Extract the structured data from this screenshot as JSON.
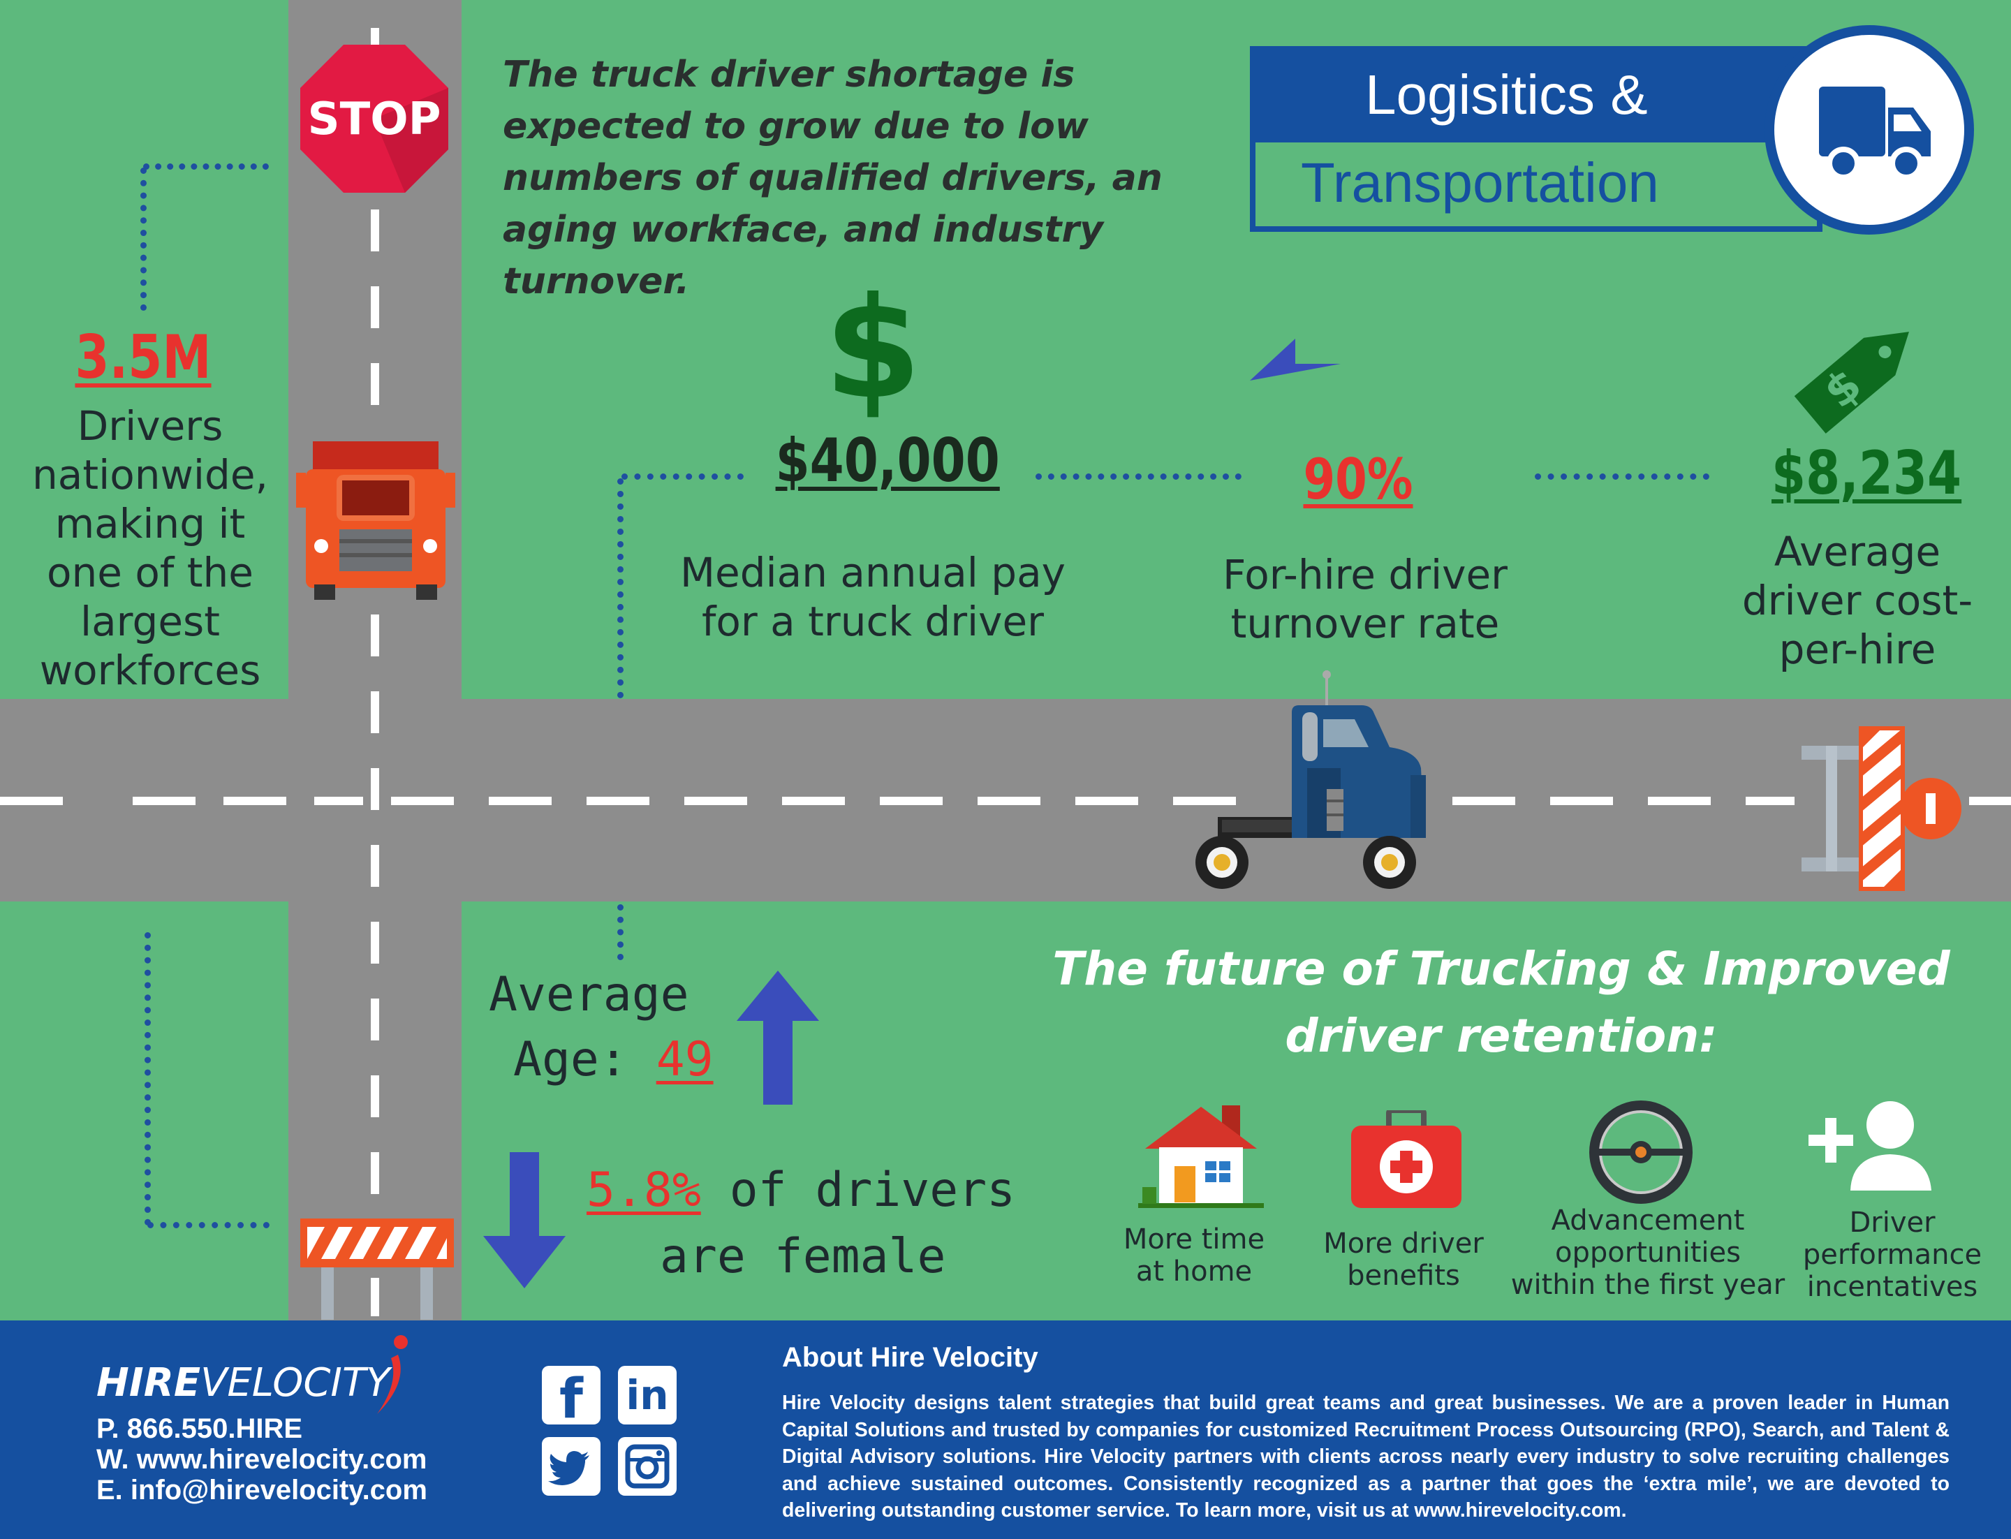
{
  "header": {
    "intro_text": "The truck driver shortage is expected to grow due to low numbers of qualified drivers, an aging workface, and industry turnover.",
    "title_line1": "Logisitics &",
    "title_line2": "Transportation",
    "stop_sign": "STOP"
  },
  "stats": {
    "drivers_value": "3.5M",
    "drivers_desc": [
      "Drivers",
      "nationwide,",
      "making it",
      "one of the",
      "largest",
      "workforces"
    ],
    "pay_value": "$40,000",
    "pay_desc": [
      "Median annual pay",
      "for a truck driver"
    ],
    "turnover_value": "90%",
    "turnover_desc": [
      "For-hire driver",
      "turnover rate"
    ],
    "cost_value": "$8,234",
    "cost_desc": [
      "Average",
      "driver cost-",
      "per-hire"
    ],
    "age_label": "Average",
    "age_prefix": "Age: ",
    "age_value": "49",
    "female_value": "5.8%",
    "female_text_1": " of drivers",
    "female_text_2": "are female"
  },
  "future": {
    "heading_line1": "The future of Trucking & Improved",
    "heading_line2": "driver retention:",
    "items": [
      {
        "icon": "house-icon",
        "label_1": "More time",
        "label_2": "at home"
      },
      {
        "icon": "first-aid-kit-icon",
        "label_1": "More driver",
        "label_2": "benefits"
      },
      {
        "icon": "steering-wheel-icon",
        "label_1": "Advancement",
        "label_2": "opportunities",
        "label_3": "within the first year"
      },
      {
        "icon": "add-user-icon",
        "label_1": "Driver",
        "label_2": "performance",
        "label_3": "incentatives"
      }
    ]
  },
  "footer": {
    "logo_bold": "HIRE",
    "logo_light": "VELOCITY",
    "phone": "P. 866.550.HIRE",
    "web": "W. www.hirevelocity.com",
    "email": "E. info@hirevelocity.com",
    "about_title": "About Hire Velocity",
    "about_text": "Hire Velocity designs talent strategies that build great teams and great businesses. We are a proven leader in Human Capital Solutions and trusted by companies for customized Recruitment Process Outsourcing (RPO), Search, and Talent & Digital Advisory solutions. Hire Velocity partners with clients across nearly every industry to solve recruiting challenges and achieve sustained outcomes. Consistently recognized as a partner that goes the ‘extra mile’, we are devoted to delivering outstanding customer service. To learn more, visit us at www.hirevelocity.com.",
    "social": [
      "facebook-icon",
      "linkedin-icon",
      "twitter-icon",
      "instagram-icon"
    ],
    "social_text": {
      "facebook": "f",
      "linkedin": "in"
    }
  },
  "colors": {
    "background": "#5db97d",
    "road": "#8d8d8d",
    "accent_red": "#e8322e",
    "accent_green": "#0d6b1f",
    "navy": "#1550a0",
    "arrow_blue": "#3a4dbb"
  }
}
